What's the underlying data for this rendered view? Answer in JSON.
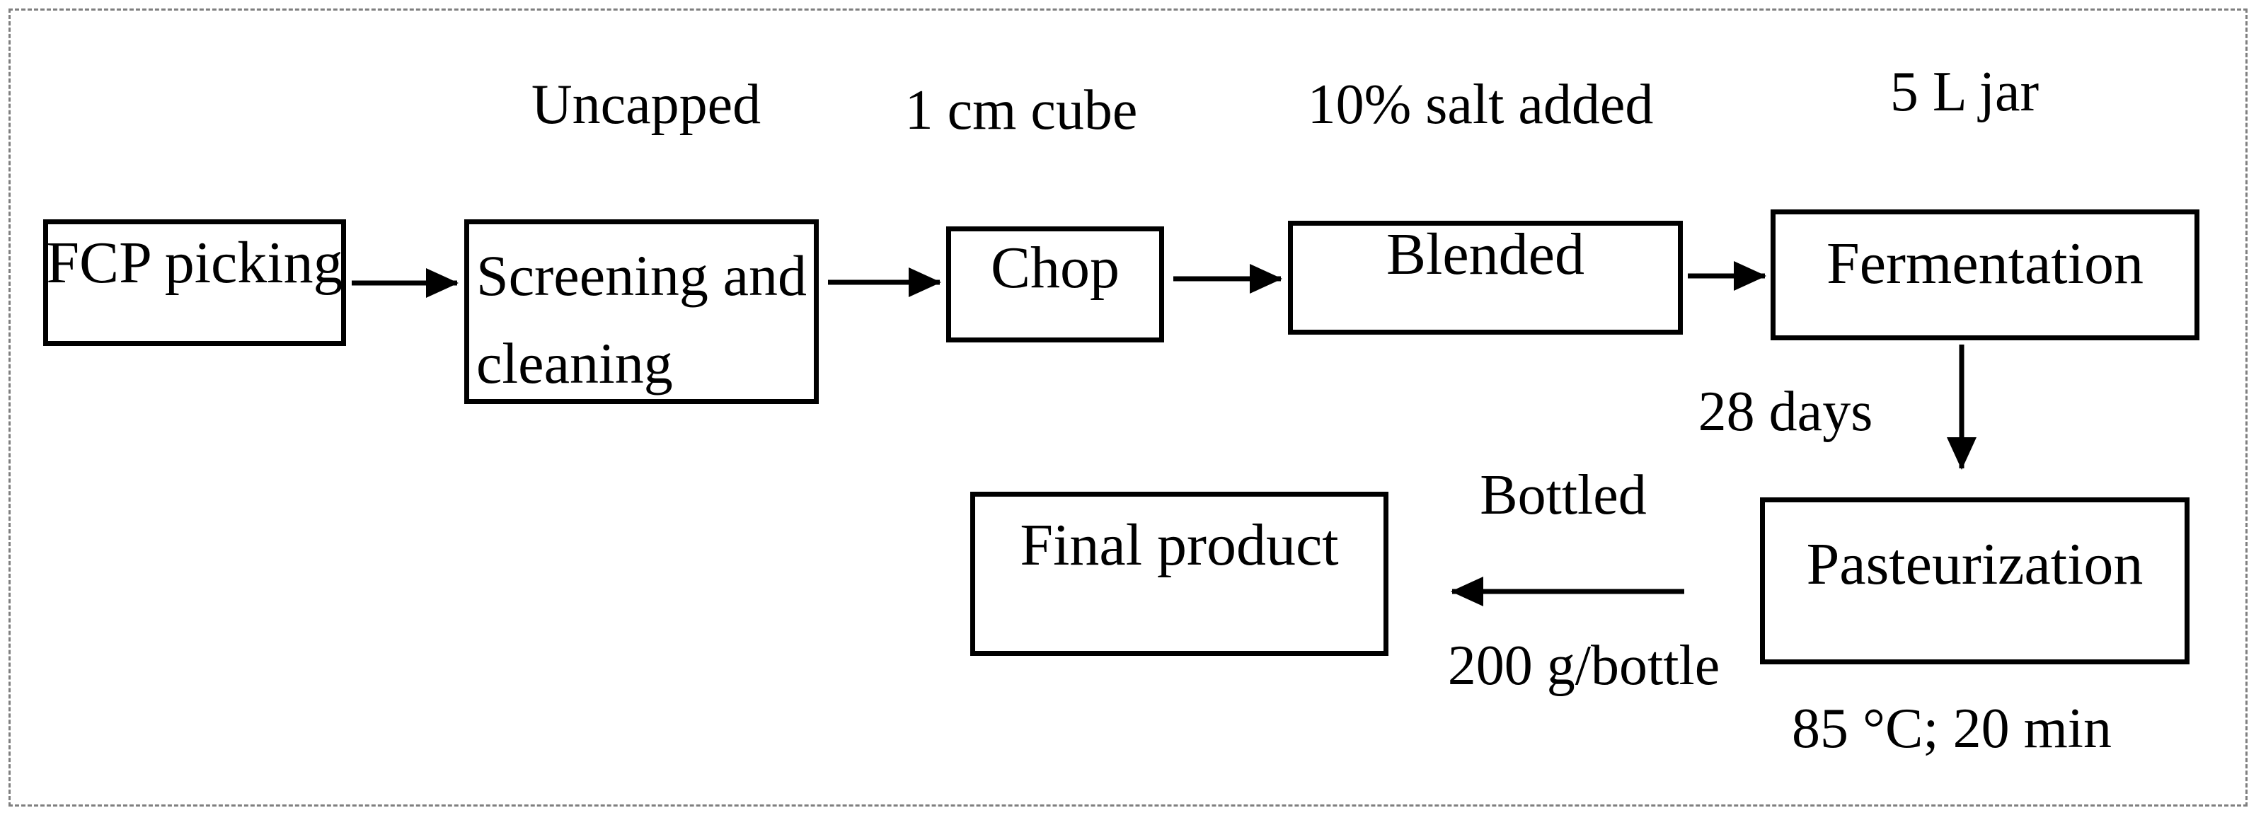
{
  "figure": {
    "kind": "process-flowchart",
    "colors": {
      "box_border": "#000000",
      "arrow": "#000000",
      "text": "#000000",
      "frame_border": "#7f7f7f",
      "background": "#ffffff"
    }
  },
  "boxes": [
    {
      "id": "fcp-picking",
      "label": "FCP picking"
    },
    {
      "id": "screening-cleaning",
      "line1": "Screening and",
      "line2": "cleaning"
    },
    {
      "id": "chop",
      "label": "Chop"
    },
    {
      "id": "blended",
      "label": "Blended"
    },
    {
      "id": "fermentation",
      "label": "Fermentation"
    },
    {
      "id": "pasteurization",
      "label": "Pasteurization"
    },
    {
      "id": "final-product",
      "label": "Final product"
    }
  ],
  "annotations": [
    {
      "id": "uncapped",
      "text": "Uncapped"
    },
    {
      "id": "cube-size",
      "text": "1 cm cube"
    },
    {
      "id": "salt-added",
      "text": "10% salt added"
    },
    {
      "id": "jar-size",
      "text": "5 L jar"
    },
    {
      "id": "fermentation-days",
      "text": "28 days"
    },
    {
      "id": "bottled",
      "text": "Bottled"
    },
    {
      "id": "bottle-fill",
      "text": "200 g/bottle"
    },
    {
      "id": "pasteurization-cond",
      "text": "85 °C; 20 min"
    }
  ],
  "arrows": [
    {
      "from": "fcp-picking",
      "to": "screening-cleaning",
      "direction": "right"
    },
    {
      "from": "screening-cleaning",
      "to": "chop",
      "direction": "right"
    },
    {
      "from": "chop",
      "to": "blended",
      "direction": "right"
    },
    {
      "from": "blended",
      "to": "fermentation",
      "direction": "right"
    },
    {
      "from": "fermentation",
      "to": "pasteurization",
      "direction": "down"
    },
    {
      "from": "pasteurization",
      "to": "final-product",
      "direction": "left"
    }
  ]
}
